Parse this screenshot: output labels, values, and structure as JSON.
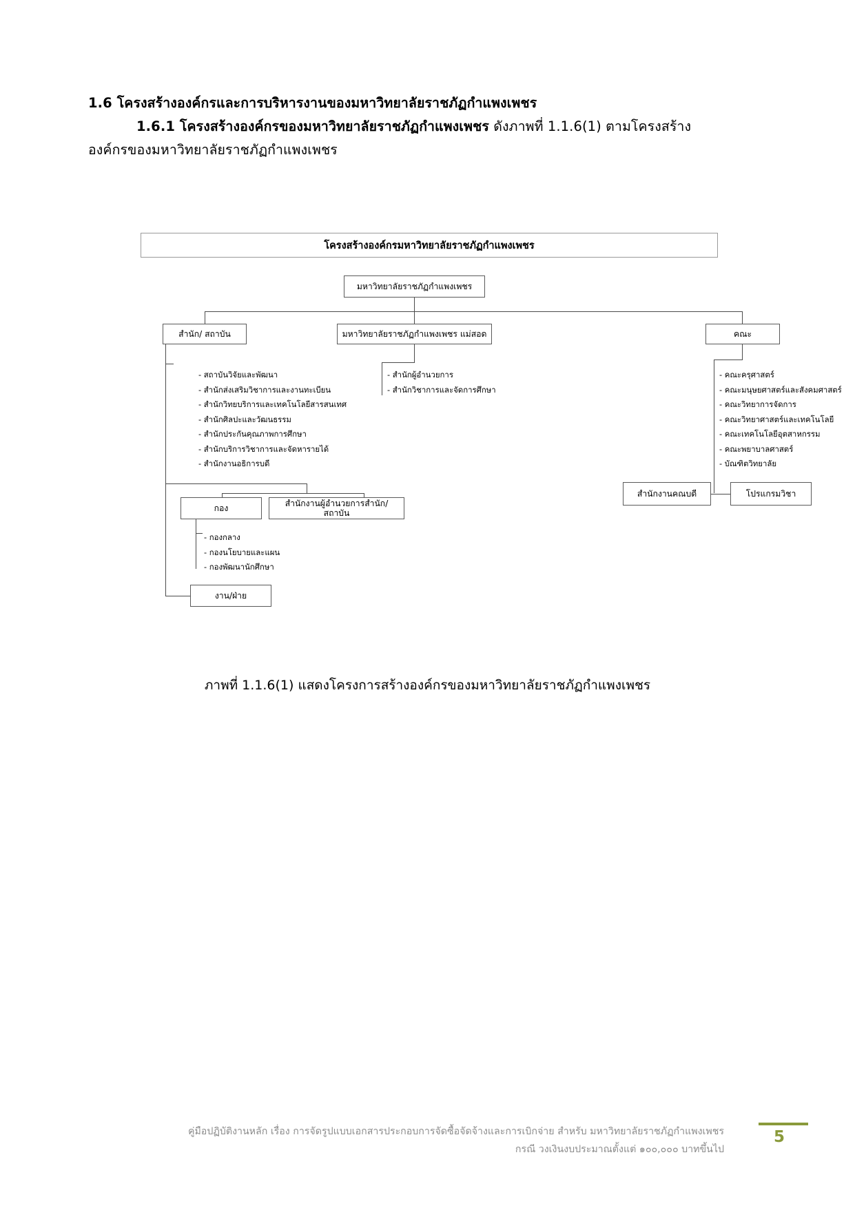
{
  "document": {
    "heading": {
      "line1": "1.6 โครงสร้างองค์กรและการบริหารงานของมหาวิทยาลัยราชภัฏกำแพงเพชร",
      "line2_bold": "1.6.1 โครงสร้างองค์กรของมหาวิทยาลัยราชภัฏกำแพงเพชร",
      "line2_rest": " ดังภาพที่ 1.1.6(1) ตามโครงสร้าง",
      "line3": "องค์กรของมหาวิทยาลัยราชภัฏกำแพงเพชร"
    },
    "caption": "ภาพที่ 1.1.6(1)   แสดงโครงการสร้างองค์กรของมหาวิทยาลัยราชภัฏกำแพงเพชร",
    "footer": {
      "line1": "คู่มือปฏิบัติงานหลัก เรื่อง การจัดรูปแบบเอกสารประกอบการจัดซื้อจัดจ้างและการเบิกจ่าย  สำหรับ มหาวิทยาลัยราชภัฏกำแพงเพชร",
      "line2": "กรณี วงเงินงบประมาณตั้งแต่ ๑๐๐,๐๐๐ บาทขึ้นไป",
      "page_number": "5",
      "accent_color": "#8a9a3b"
    }
  },
  "diagram": {
    "title": "โครงสร้างองค์กรมหาวิทยาลัยราชภัฏกำแพงเพชร",
    "root": "มหาวิทยาลัยราชภัฏกำแพงเพชร",
    "branches": {
      "left": {
        "box": "สำนัก/ สถาบัน",
        "items": [
          "- สถาบันวิจัยและพัฒนา",
          "- สำนักส่งเสริมวิชาการและงานทะเบียน",
          "- สำนักวิทยบริการและเทคโนโลยีสารสนเทศ",
          "- สำนักศิลปะและวัฒนธรรม",
          "- สำนักประกันคุณภาพการศึกษา",
          "- สำนักบริการวิชาการและจัดหารายได้",
          "- สำนักงานอธิการบดี"
        ],
        "sub_boxes": {
          "kong": "กอง",
          "office_director": "สำนักงานผู้อำนวยการสำนัก/สถาบัน",
          "ngan_fai": "งาน/ฝ่าย"
        },
        "kong_items": [
          "- กองกลาง",
          "- กองนโยบายและแผน",
          "- กองพัฒนานักศึกษา"
        ]
      },
      "middle": {
        "box": "มหาวิทยาลัยราชภัฏกำแพงเพชร แม่สอด",
        "items": [
          "- สำนักผู้อำนวยการ",
          "- สำนักวิชาการและจัดการศึกษา"
        ]
      },
      "right": {
        "box": "คณะ",
        "items": [
          "- คณะครุศาสตร์",
          "- คณะมนุษยศาสตร์และสังคมศาสตร์",
          "- คณะวิทยาการจัดการ",
          "- คณะวิทยาศาสตร์และเทคโนโลยี",
          "- คณะเทคโนโลยีอุตสาหกรรม",
          "- คณะพยาบาลศาสตร์",
          "- บัณฑิตวิทยาลัย"
        ],
        "sub_boxes": {
          "dean_office": "สำนักงานคณบดี",
          "program": "โปรแกรมวิชา"
        }
      }
    }
  }
}
